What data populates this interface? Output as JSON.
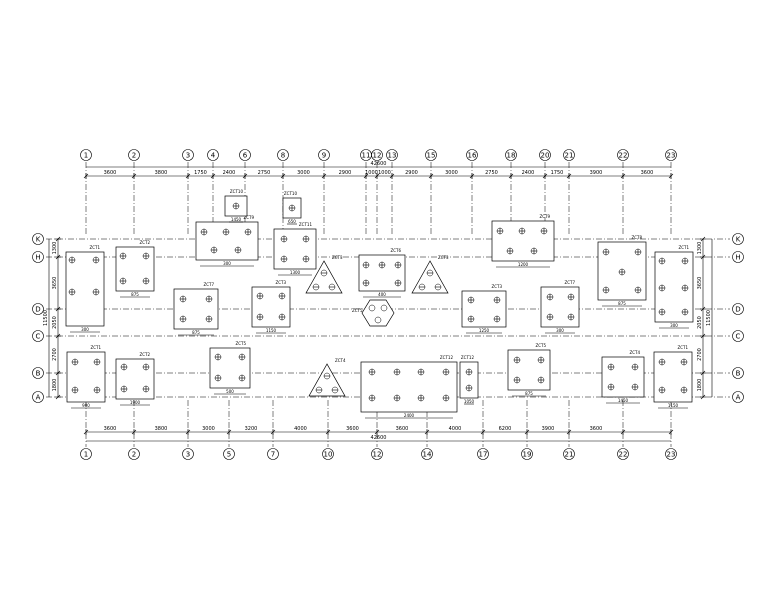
{
  "drawing": {
    "column_axes_top": [
      "1",
      "2",
      "3",
      "4",
      "6",
      "8",
      "9",
      "11",
      "12",
      "13",
      "15",
      "16",
      "18",
      "20",
      "21",
      "22",
      "23"
    ],
    "column_axes_bottom": [
      "1",
      "2",
      "3",
      "5",
      "7",
      "10",
      "12",
      "14",
      "17",
      "19",
      "21",
      "22",
      "23"
    ],
    "row_axes": [
      "K",
      "H",
      "D",
      "C",
      "B",
      "A"
    ],
    "top_spacings": [
      "3600",
      "3800",
      "1750",
      "2400",
      "2750",
      "3000",
      "2900",
      "1000",
      "1000",
      "2900",
      "3000",
      "2750",
      "2400",
      "1750",
      "3900",
      "3600"
    ],
    "top_total": "42600",
    "bottom_spacings": [
      "3600",
      "3800",
      "3000",
      "3200",
      "4000",
      "3600",
      "3600",
      "4000",
      "6200",
      "3900",
      "3600"
    ],
    "bottom_total": "42600",
    "left_spacings": [
      "1300",
      "3650",
      "2050",
      "2700",
      "1800"
    ],
    "left_total": "11500",
    "right_spacings": [
      "1300",
      "3650",
      "2050",
      "2700",
      "1800"
    ],
    "right_total": "11500",
    "cap_labels": [
      "ZCT1",
      "ZCT2",
      "ZCT3",
      "ZCT4",
      "ZCT5",
      "ZCT6",
      "ZCT7",
      "ZCT8",
      "ZCT9",
      "ZCT10",
      "ZCT11",
      "ZCT12"
    ],
    "sample_dims": [
      "300",
      "875",
      "875",
      "300",
      "1450",
      "1150",
      "650",
      "1300",
      "900",
      "1900",
      "500",
      "400",
      "2400",
      "1050",
      "1250",
      "1200"
    ]
  }
}
